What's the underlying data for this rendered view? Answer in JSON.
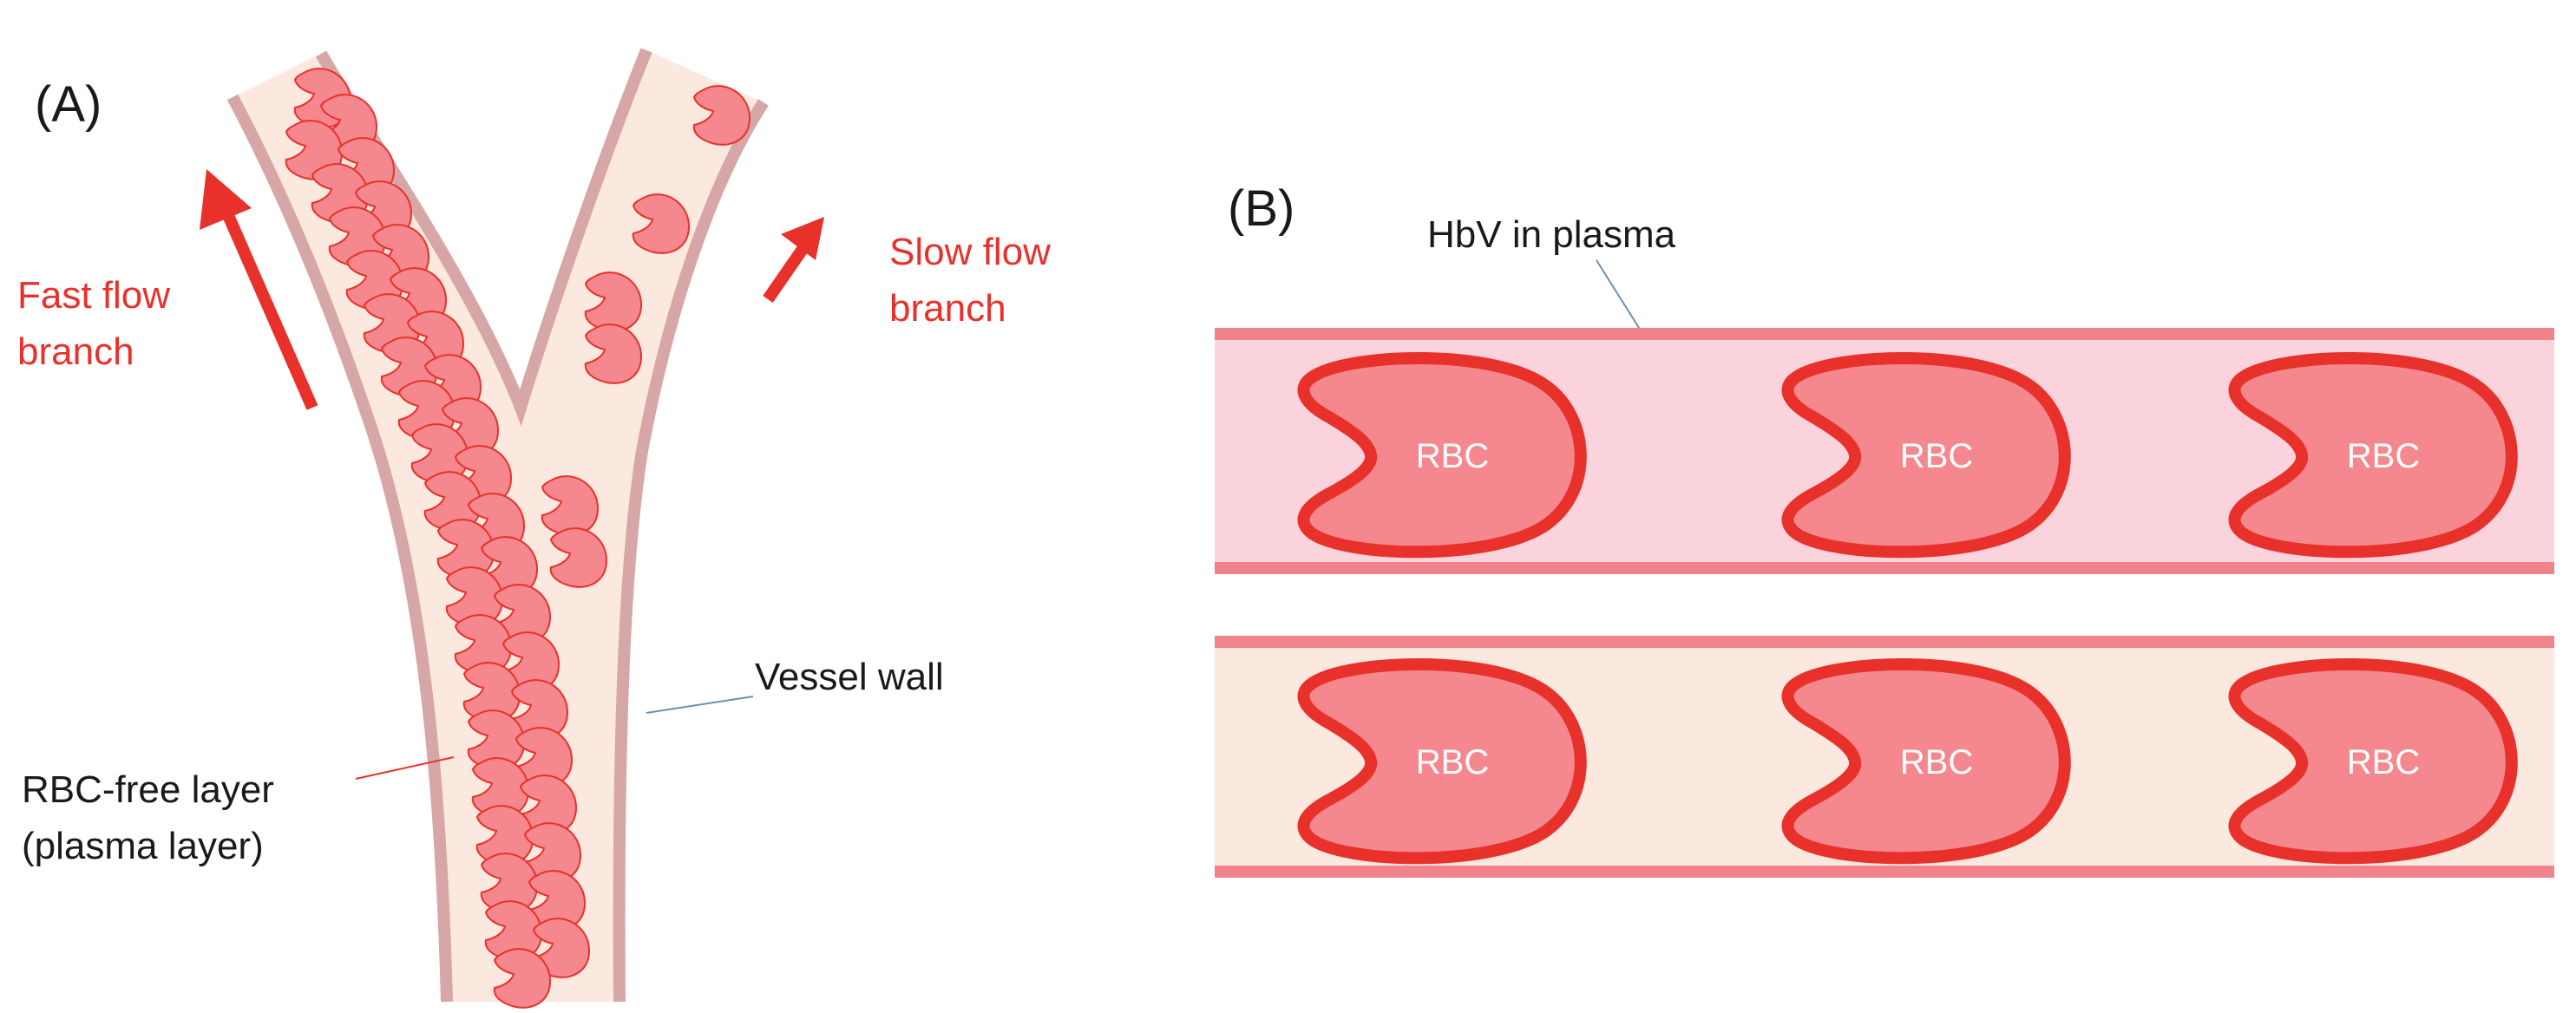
{
  "panel_a": {
    "label": "(A)",
    "fast_flow": {
      "line1": "Fast flow",
      "line2": "branch"
    },
    "slow_flow": {
      "line1": "Slow flow",
      "line2": "branch"
    },
    "vessel_wall": "Vessel wall",
    "rbc_free_layer": {
      "line1": "RBC-free layer",
      "line2": "(plasma layer)"
    }
  },
  "panel_b": {
    "label": "(B)",
    "hbv_label": "HbV in plasma",
    "rbc_label": "RBC",
    "top_vessel_color": "#fbd3dc",
    "bottom_vessel_color": "#fbe8df"
  },
  "colors": {
    "wall": "#d7a6a6",
    "plasma": "#fbe8df",
    "rbc_fill": "#f5888e",
    "rbc_stroke": "#e8312a",
    "arrow": "#e8312a",
    "vessel_band": "#f0848a"
  }
}
